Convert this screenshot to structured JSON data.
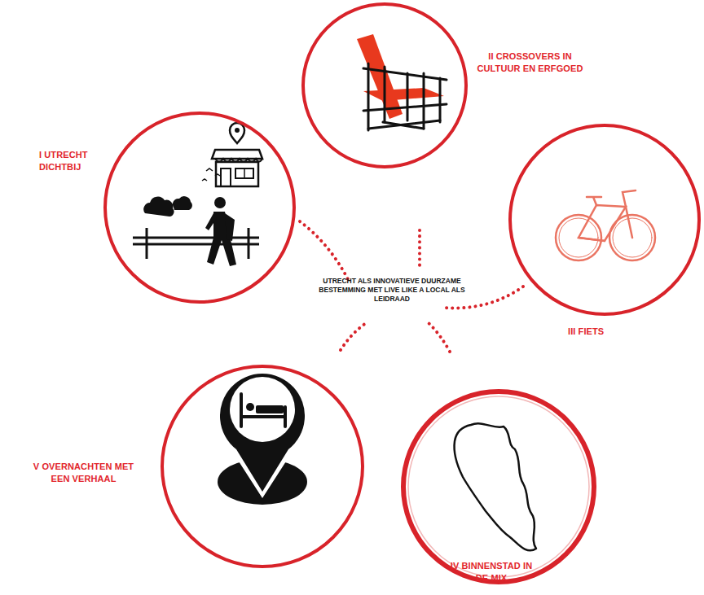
{
  "diagram": {
    "nodes": [
      {
        "text": [
          "I UTRECHT DICHTBIJ"
        ]
      },
      {
        "text": [
          "II CROSSOVERS IN CULTUUR EN ERFGOED"
        ]
      },
      {
        "text": [
          "III FIETS"
        ]
      },
      {
        "text": [
          "IV BINNENSTAD IN DE MIX"
        ]
      },
      {
        "text": [
          "V OVERNACHTEN MET EEN VERHAAL"
        ]
      }
    ],
    "labels": [
      "UTRECHT ALS INNOVATIEVE DUURZAME BESTEMMING MET LIVE LIKE A LOCAL ALS LEIDRAAD"
    ]
  }
}
